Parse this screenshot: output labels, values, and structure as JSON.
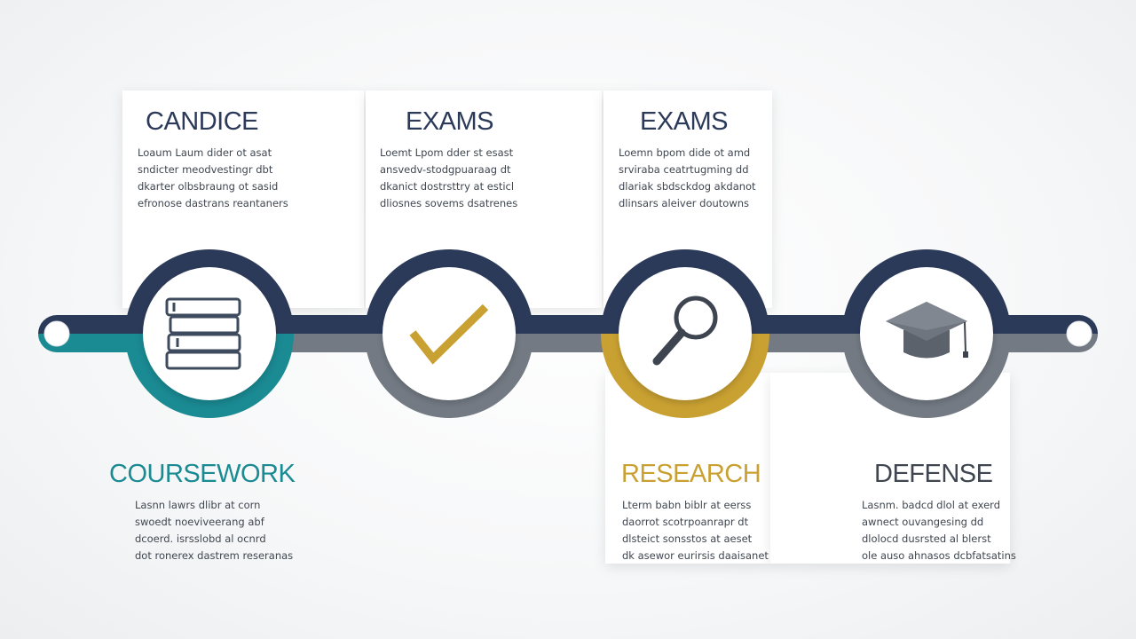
{
  "colors": {
    "navy": "#2c3a5a",
    "teal": "#1a8a93",
    "gray": "#737a83",
    "gold": "#c9a132",
    "text": "#3f4650"
  },
  "top_stages": [
    {
      "title": "CANDICE",
      "lines": [
        "Loaum Laum dider ot asat",
        "sndicter meodvestingr dbt",
        "dkarter olbsbraung ot sasid",
        "efronose dastrans reantaners"
      ]
    },
    {
      "title": "EXAMS",
      "lines": [
        "Loemt Lpom dder st esast",
        "ansvedv-stodgpuaraag dt",
        "dkanict dostrsttry at esticl",
        "dliosnes sovems dsatrenes"
      ]
    },
    {
      "title": "EXAMS",
      "lines": [
        "Loemn bpom dide ot amd",
        "srviraba ceatrtugming dd",
        "dlariak sbdsckdog akdanot",
        "dlinsars aleiver doutowns"
      ]
    }
  ],
  "bottom_stages": [
    {
      "title": "COURSEWORK",
      "lines": [
        "Lasnn lawrs dlibr at corn",
        "swoedt noeviveerang abf",
        "dcoerd. isrsslobd al ocnrd",
        "dot ronerex dastrem reseranas"
      ]
    },
    {
      "title": "RESEARCH",
      "lines": [
        "Lterm babn biblr at eerss",
        "daorrot scotrpoanrapr dt",
        "dlsteict sonsstos at aeset",
        "dk asewor eurirsis daaisanet"
      ]
    },
    {
      "title": "DEFENSE",
      "lines": [
        "Lasnm. badcd dlol at exerd",
        "awnect ouvangesing dd",
        "dlolocd dusrsted al blerst",
        "ole auso ahnasos dcbfatsatins"
      ]
    }
  ],
  "nodes": [
    {
      "icon": "books-icon",
      "arc_color": "teal"
    },
    {
      "icon": "checkmark-icon",
      "arc_color": "gray"
    },
    {
      "icon": "magnifier-icon",
      "arc_color": "gold"
    },
    {
      "icon": "graduation-cap-icon",
      "arc_color": "gray"
    }
  ]
}
